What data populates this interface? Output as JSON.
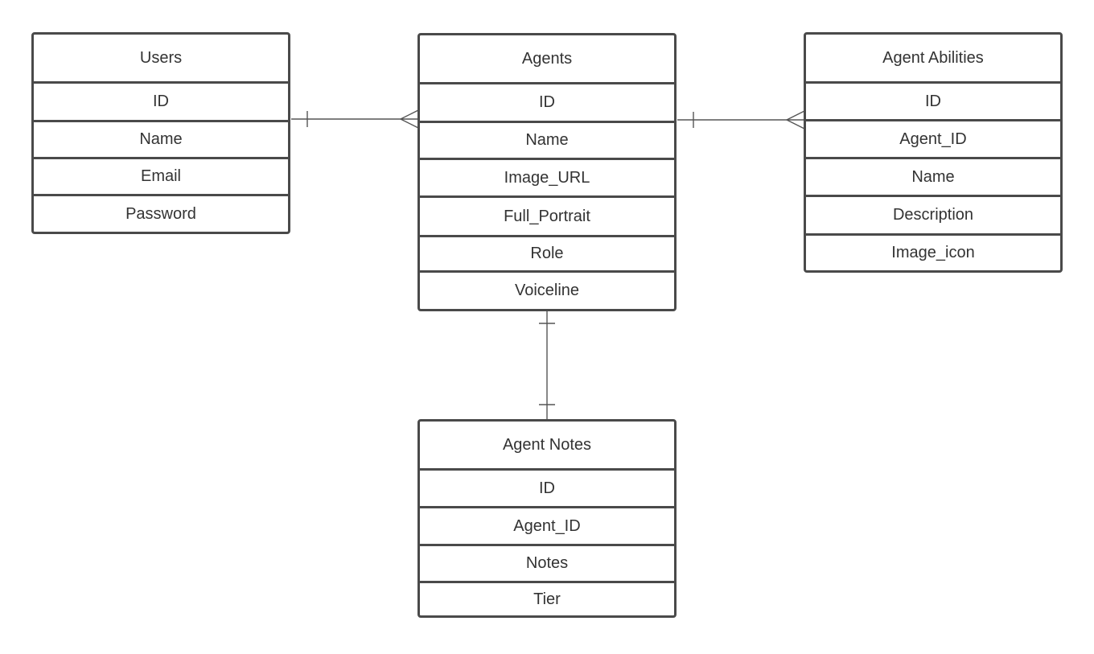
{
  "entities": {
    "users": {
      "title": "Users",
      "fields": [
        "ID",
        "Name",
        "Email",
        "Password"
      ]
    },
    "agents": {
      "title": "Agents",
      "fields": [
        "ID",
        "Name",
        "Image_URL",
        "Full_Portrait",
        "Role",
        "Voiceline"
      ]
    },
    "agent_abilities": {
      "title": "Agent Abilities",
      "fields": [
        "ID",
        "Agent_ID",
        "Name",
        "Description",
        "Image_icon"
      ]
    },
    "agent_notes": {
      "title": "Agent Notes",
      "fields": [
        "ID",
        "Agent_ID",
        "Notes",
        "Tier"
      ]
    }
  },
  "relationships": [
    {
      "from": "users",
      "to": "agents",
      "from_cardinality": "one",
      "to_cardinality": "many"
    },
    {
      "from": "agents",
      "to": "agent_abilities",
      "from_cardinality": "one",
      "to_cardinality": "many"
    },
    {
      "from": "agents",
      "to": "agent_notes",
      "from_cardinality": "one-and-only-one",
      "to_cardinality": "one-and-only-one"
    }
  ],
  "colors": {
    "border": "#4a4a4a",
    "text": "#333333",
    "connector": "#555555",
    "background": "#ffffff"
  }
}
